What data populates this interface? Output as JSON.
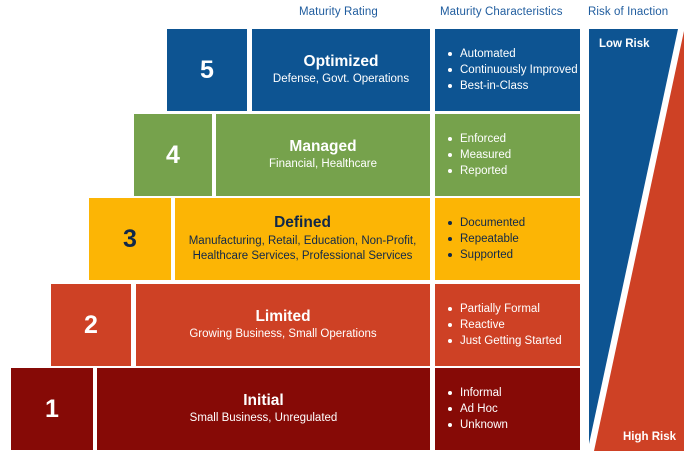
{
  "headers": {
    "rating": "Maturity Rating",
    "characteristics": "Maturity Characteristics",
    "risk": "Risk of Inaction"
  },
  "colors": {
    "level5": "#0d5492",
    "level4": "#76a24c",
    "level3": "#fcb505",
    "level2": "#ce4125",
    "level1": "#860a06",
    "header_text": "#1f5c9e",
    "light_text": "#ffffff",
    "dark_text": "#10284a",
    "risk_low": "#0d5492",
    "risk_high": "#ce4125"
  },
  "levels": [
    {
      "number": "5",
      "title": "Optimized",
      "subtitle": "Defense, Govt. Operations",
      "characteristics": [
        "Automated",
        "Continuously Improved",
        "Best-in-Class"
      ],
      "color": "#0d5492",
      "text_color": "#ffffff"
    },
    {
      "number": "4",
      "title": "Managed",
      "subtitle": "Financial, Healthcare",
      "characteristics": [
        "Enforced",
        "Measured",
        "Reported"
      ],
      "color": "#76a24c",
      "text_color": "#ffffff"
    },
    {
      "number": "3",
      "title": "Defined",
      "subtitle": "Manufacturing, Retail, Education, Non-Profit, Healthcare Services, Professional Services",
      "characteristics": [
        "Documented",
        "Repeatable",
        "Supported"
      ],
      "color": "#fcb505",
      "text_color": "#10284a"
    },
    {
      "number": "2",
      "title": "Limited",
      "subtitle": "Growing Business, Small Operations",
      "characteristics": [
        "Partially Formal",
        "Reactive",
        "Just Getting Started"
      ],
      "color": "#ce4125",
      "text_color": "#ffffff"
    },
    {
      "number": "1",
      "title": "Initial",
      "subtitle": "Small Business, Unregulated",
      "characteristics": [
        "Informal",
        "Ad Hoc",
        "Unknown"
      ],
      "color": "#860a06",
      "text_color": "#ffffff"
    }
  ],
  "risk": {
    "low_label": "Low Risk",
    "high_label": "High Risk"
  }
}
